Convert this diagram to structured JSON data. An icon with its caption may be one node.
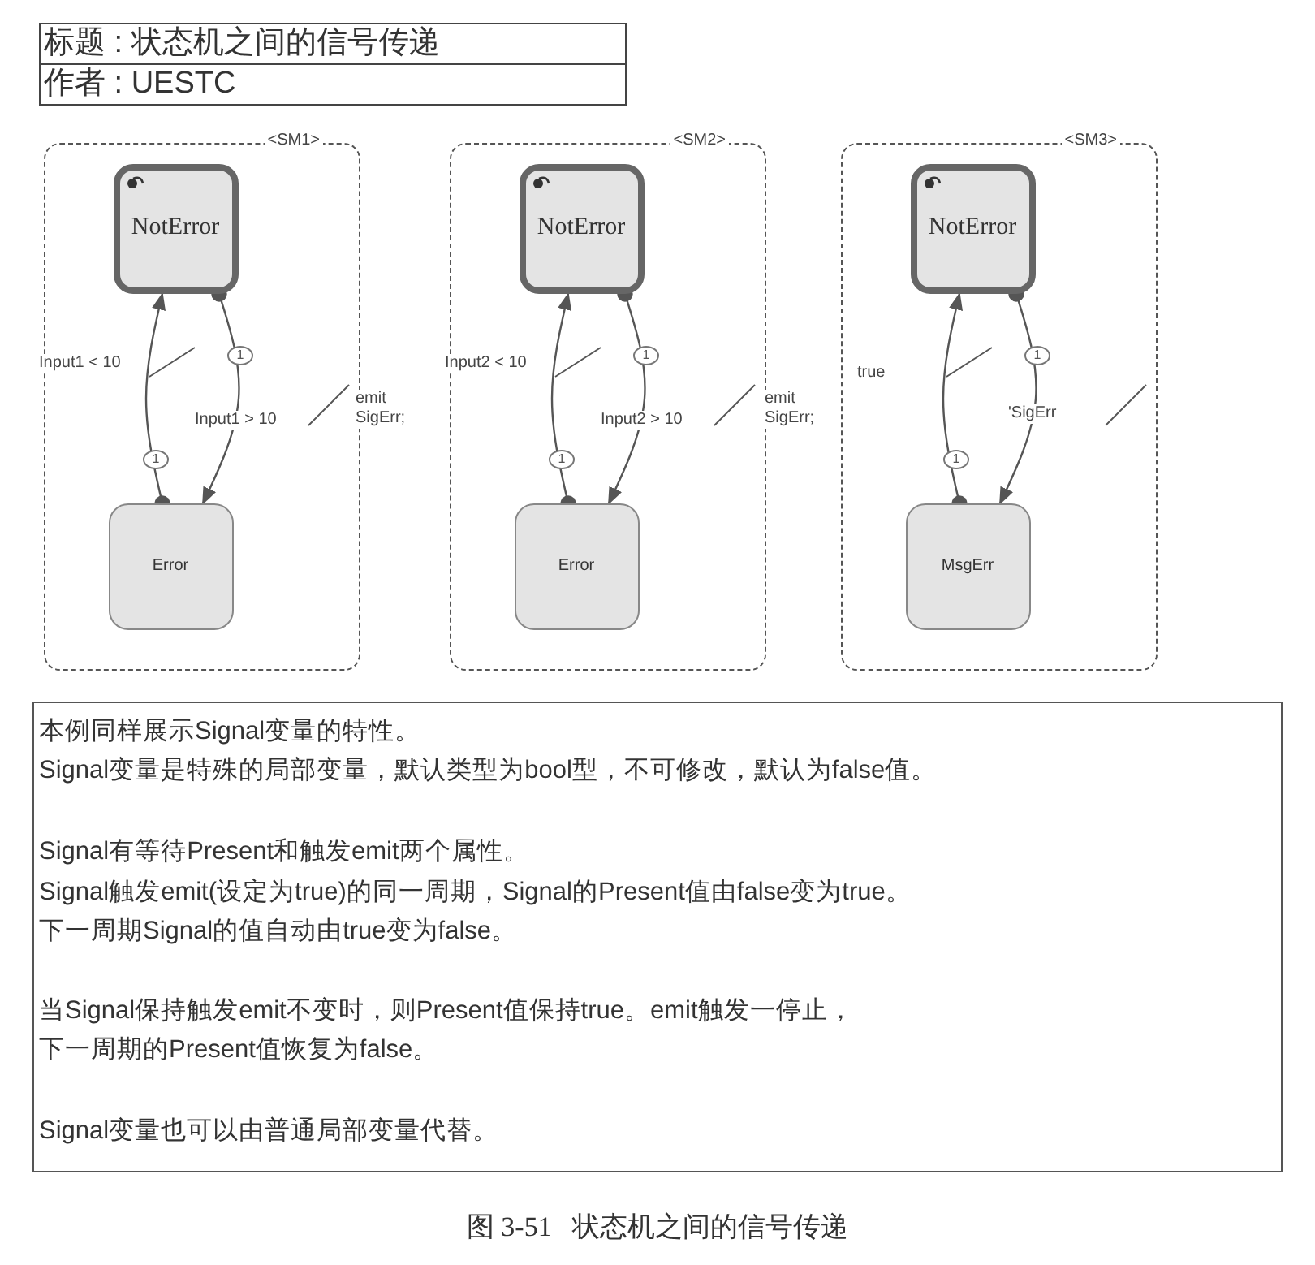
{
  "diagram": {
    "caption": "图 3-51   状态机之间的信号传递",
    "nodes": [
      {
        "text": [
          "<SM1>"
        ]
      },
      {
        "text": [
          "NotError"
        ],
        "in": 0
      },
      {
        "text": [
          "Error"
        ],
        "in": 0
      },
      {
        "text": [
          "<SM2>"
        ]
      },
      {
        "text": [
          "NotError"
        ],
        "in": 3
      },
      {
        "text": [
          "Error"
        ],
        "in": 3
      },
      {
        "text": [
          "<SM3>"
        ]
      },
      {
        "text": [
          "NotError"
        ],
        "in": 6
      },
      {
        "text": [
          "MsgErr"
        ],
        "in": 6
      }
    ],
    "edges": [
      {
        "from": 2,
        "to": 1,
        "arrow": "to",
        "label": "Input1 < 10"
      },
      {
        "from": 1,
        "to": 2,
        "arrow": "to",
        "label": "Input1 > 10"
      },
      {
        "from": 5,
        "to": 4,
        "arrow": "to",
        "label": "Input2 < 10"
      },
      {
        "from": 4,
        "to": 5,
        "arrow": "to",
        "label": "Input2 > 10"
      },
      {
        "from": 8,
        "to": 7,
        "arrow": "to",
        "label": "true"
      },
      {
        "from": 7,
        "to": 8,
        "arrow": "to",
        "label": "'SigErr"
      }
    ],
    "labels": [
      "标题 : 状态机之间的信号传递",
      "作者 :  UESTC",
      "1",
      "1",
      "emit SigErr;",
      "1",
      "1",
      "emit SigErr;",
      "1",
      "1",
      "本例同样展示Signal变量的特性。",
      "Signal变量是特殊的局部变量，默认类型为bool型，不可修改，默认为false值。",
      "Signal有等待Present和触发emit两个属性。",
      "Signal触发emit(设定为true)的同一周期，Signal的Present值由false变为true。",
      "下一周期Signal的值自动由true变为false。",
      "当Signal保持触发emit不变时，则Present值保持true。emit触发一停止，",
      "下一周期的Present值恢复为false。",
      "Signal变量也可以由普通局部变量代替。"
    ]
  }
}
